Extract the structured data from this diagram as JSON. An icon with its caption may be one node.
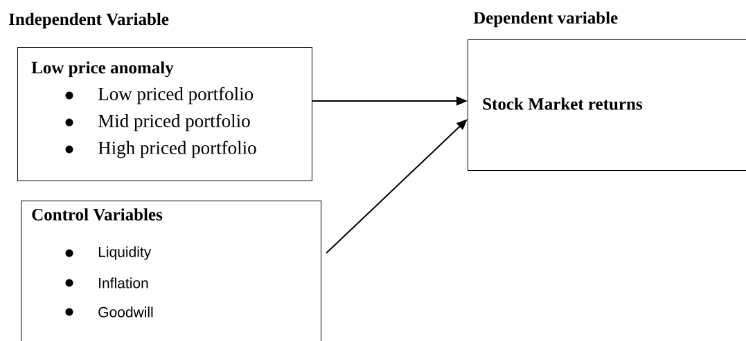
{
  "diagram": {
    "nodes": [
      {
        "text": [
          "Low price anomaly",
          "Low priced portfolio",
          "Mid priced portfolio",
          "High priced portfolio"
        ]
      },
      {
        "text": [
          "Control Variables",
          "Liquidity",
          "Inflation",
          "Goodwill"
        ]
      },
      {
        "text": [
          "Stock Market returns"
        ]
      }
    ],
    "edges": [
      {
        "from": 0,
        "to": 2,
        "arrow": "to"
      },
      {
        "from": 1,
        "to": 2,
        "arrow": "to"
      }
    ],
    "labels": [
      "Independent Variable",
      "Dependent variable"
    ]
  }
}
